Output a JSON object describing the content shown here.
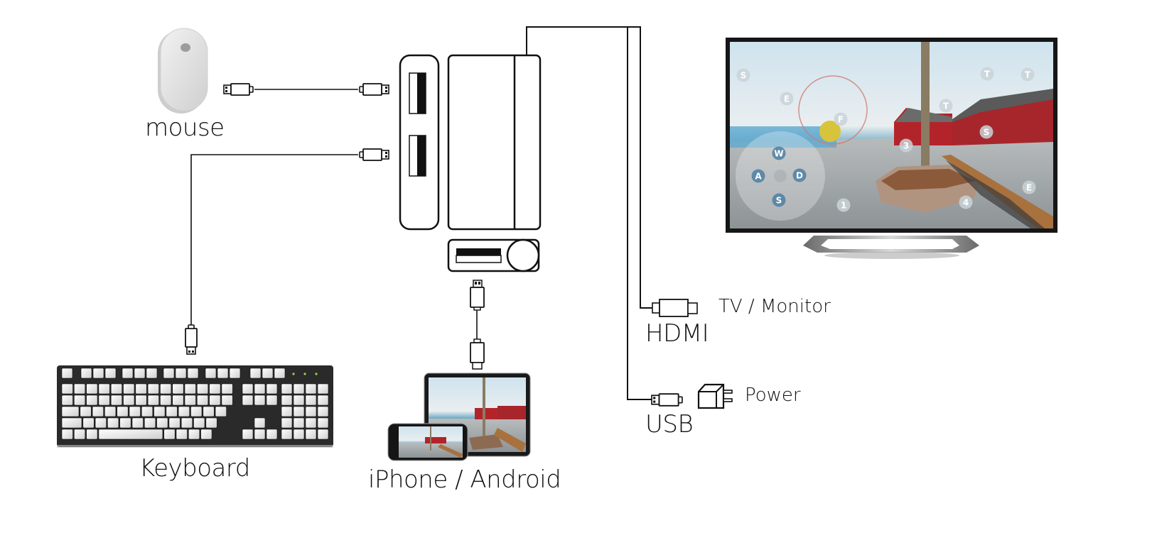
{
  "labels": {
    "mouse": "mouse",
    "keyboard": "Keyboard",
    "phone": "iPhone / Android",
    "hdmi": "HDMI",
    "tv": "TV / Monitor",
    "usb": "USB",
    "power": "Power"
  },
  "tv_screen_overlay": {
    "keys": [
      "S",
      "E",
      "F",
      "W",
      "A",
      "D",
      "S",
      "1",
      "3",
      "4",
      "T",
      "T",
      "T",
      "S",
      "E"
    ]
  },
  "colors": {
    "line": "#111111",
    "keyboard_body": "#2a2a2a",
    "mouse_body": "#e2e2e2",
    "sky": "#b9d4e3",
    "barn_red": "#b3242a"
  }
}
